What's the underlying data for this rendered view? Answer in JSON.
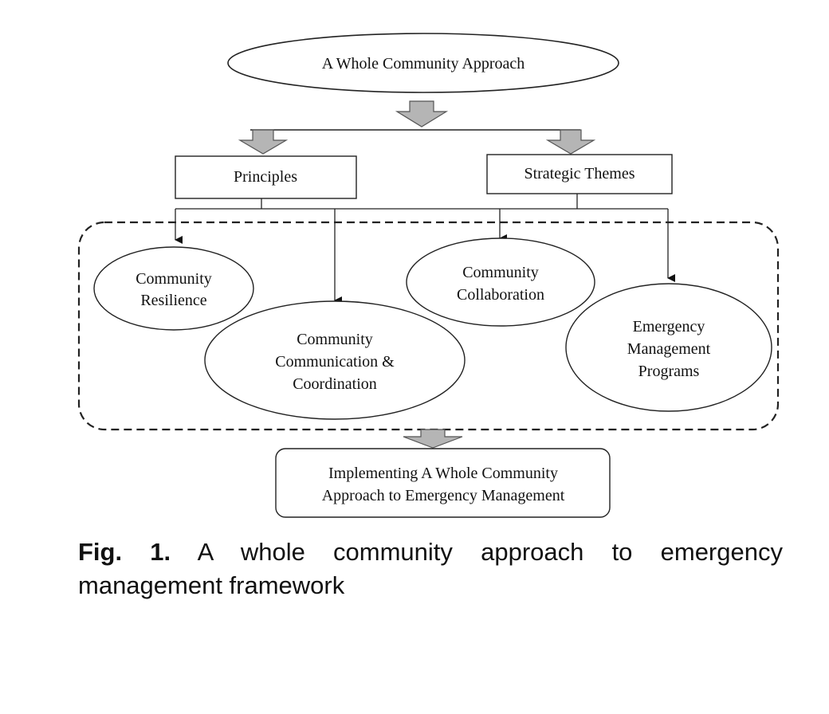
{
  "diagram": {
    "top_node": "A Whole Community Approach",
    "branches": {
      "principles": "Principles",
      "strategic_themes": "Strategic Themes"
    },
    "elements": {
      "resilience": [
        "Community",
        "Resilience"
      ],
      "communication": [
        "Community",
        "Communication &",
        "Coordination"
      ],
      "collaboration": [
        "Community",
        "Collaboration"
      ],
      "programs": [
        "Emergency",
        "Management",
        "Programs"
      ]
    },
    "outcome": [
      "Implementing A Whole Community",
      "Approach to Emergency Management"
    ]
  },
  "caption": {
    "label": "Fig. 1.",
    "text": "A whole community approach to emergency management framework"
  }
}
